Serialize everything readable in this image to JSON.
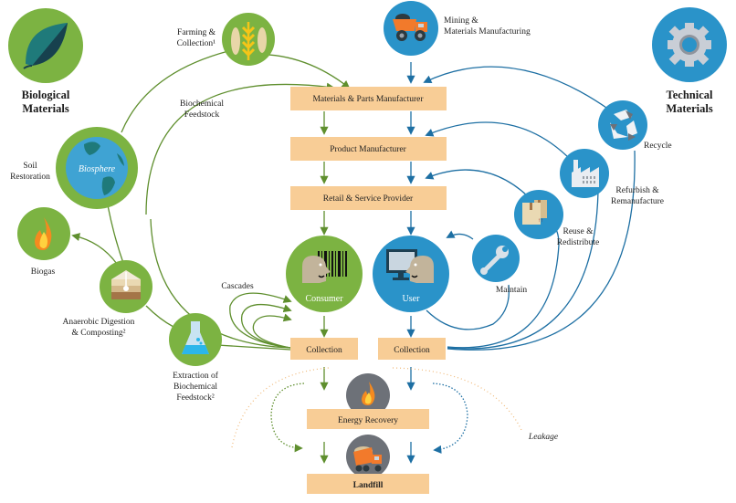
{
  "colors": {
    "biological": "#7cb342",
    "technical": "#2a93c9",
    "box_fill": "#f8cd96",
    "gray_circle": "#6d7178",
    "arrow_green": "#5f8f2e",
    "arrow_blue": "#1d6fa3",
    "leakage": "#f0b877"
  },
  "headers": {
    "biological": [
      "Biological",
      "Materials"
    ],
    "technical": [
      "Technical",
      "Materials"
    ]
  },
  "boxes": {
    "materials_parts": "Materials & Parts Manufacturer",
    "product_manufacturer": "Product Manufacturer",
    "retail_service": "Retail & Service Provider",
    "collection_bio": "Collection",
    "collection_tech": "Collection",
    "energy_recovery": "Energy Recovery",
    "landfill": "Landfill"
  },
  "circles": {
    "consumer": "Consumer",
    "user": "User",
    "biosphere": "Biosphere"
  },
  "labels": {
    "farming": [
      "Farming &",
      "Collection¹"
    ],
    "mining": [
      "Mining &",
      "Materials Manufacturing"
    ],
    "biochemical_feedstock": [
      "Biochemical",
      "Feedstock"
    ],
    "soil_restoration": [
      "Soil",
      "Restoration"
    ],
    "biogas": "Biogas",
    "anaerobic": [
      "Anaerobic Digestion",
      "& Composting²"
    ],
    "extraction": [
      "Extraction of",
      "Biochemical",
      "Feedstock²"
    ],
    "cascades": "Cascades",
    "recycle": "Recycle",
    "refurbish": [
      "Refurbish &",
      "Remanufacture"
    ],
    "reuse": [
      "Reuse &",
      "Redistribute"
    ],
    "maintain": "Maintain",
    "leakage": "Leakage"
  },
  "icons": {
    "leaf": "leaf-icon",
    "gear": "gear-icon",
    "farming": "wheat-fish-icon",
    "mining": "dump-truck-icon",
    "globe": "globe-icon",
    "fire": "flame-icon",
    "compost": "compost-layers-icon",
    "flask": "flask-icon",
    "recycle": "recycle-icon",
    "factory": "factory-icon",
    "boxes": "boxes-icon",
    "wrench": "wrench-icon",
    "truck": "landfill-truck-icon"
  }
}
